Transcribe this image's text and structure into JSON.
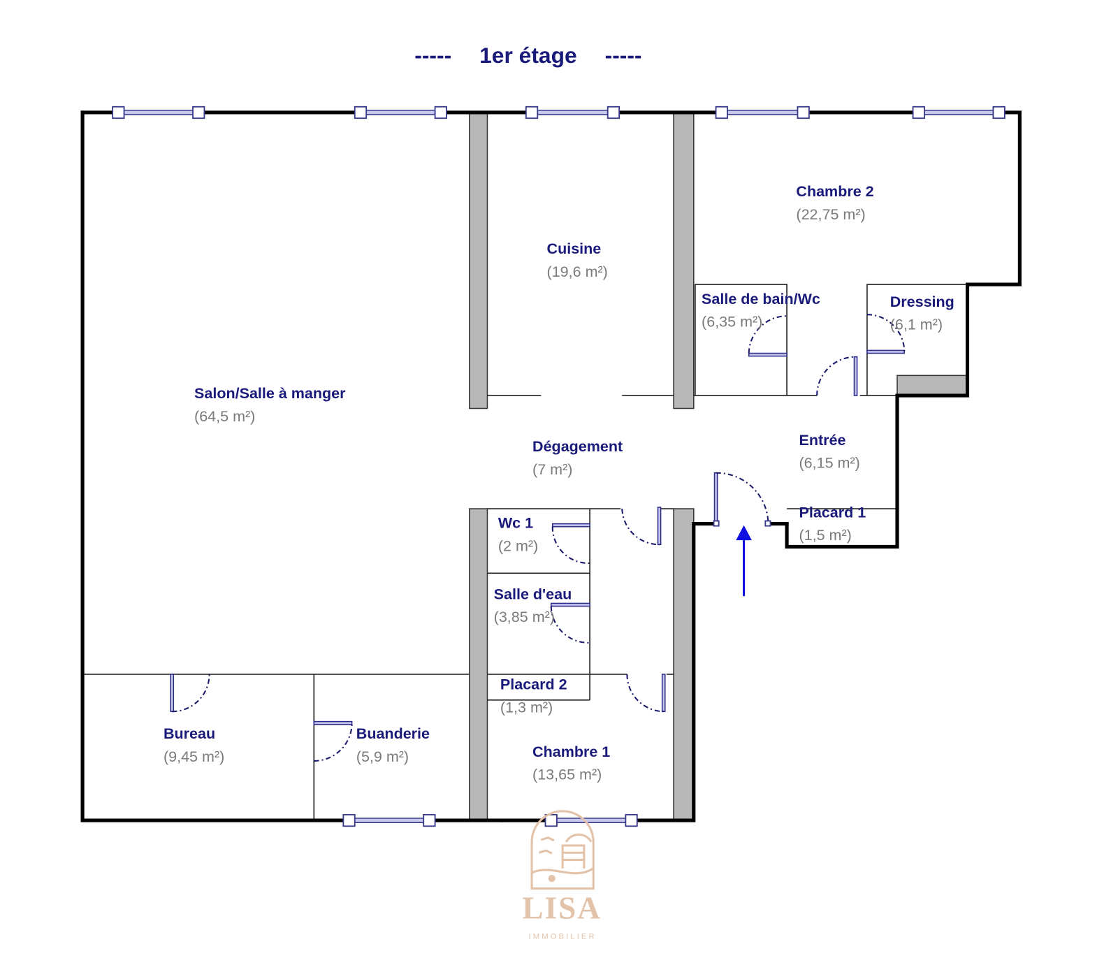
{
  "title": {
    "dashes_left": "-----",
    "text": "1er étage",
    "dashes_right": "-----"
  },
  "rooms": [
    {
      "name": "Chambre 2",
      "area": "(22,75 m²)"
    },
    {
      "name": "Cuisine",
      "area": "(19,6 m²)"
    },
    {
      "name": "Salle de bain/Wc",
      "area": "(6,35 m²)"
    },
    {
      "name": "Dressing",
      "area": "(6,1 m²)"
    },
    {
      "name": "Salon/Salle à manger",
      "area": "(64,5 m²)"
    },
    {
      "name": "Dégagement",
      "area": "(7 m²)"
    },
    {
      "name": "Entrée",
      "area": "(6,15 m²)"
    },
    {
      "name": "Placard 1",
      "area": "(1,5 m²)"
    },
    {
      "name": "Wc 1",
      "area": "(2 m²)"
    },
    {
      "name": "Salle d'eau",
      "area": "(3,85 m²)"
    },
    {
      "name": "Placard 2",
      "area": "(1,3 m²)"
    },
    {
      "name": "Bureau",
      "area": "(9,45 m²)"
    },
    {
      "name": "Buanderie",
      "area": "(5,9 m²)"
    },
    {
      "name": "Chambre 1",
      "area": "(13,65 m²)"
    }
  ],
  "logo": {
    "name": "LISA",
    "sub": "IMMOBILIER"
  },
  "colors": {
    "label": "#1a1a7a",
    "area": "#7a7a7a",
    "arrow": "#1010e0",
    "logo": "#e2c2a8"
  }
}
